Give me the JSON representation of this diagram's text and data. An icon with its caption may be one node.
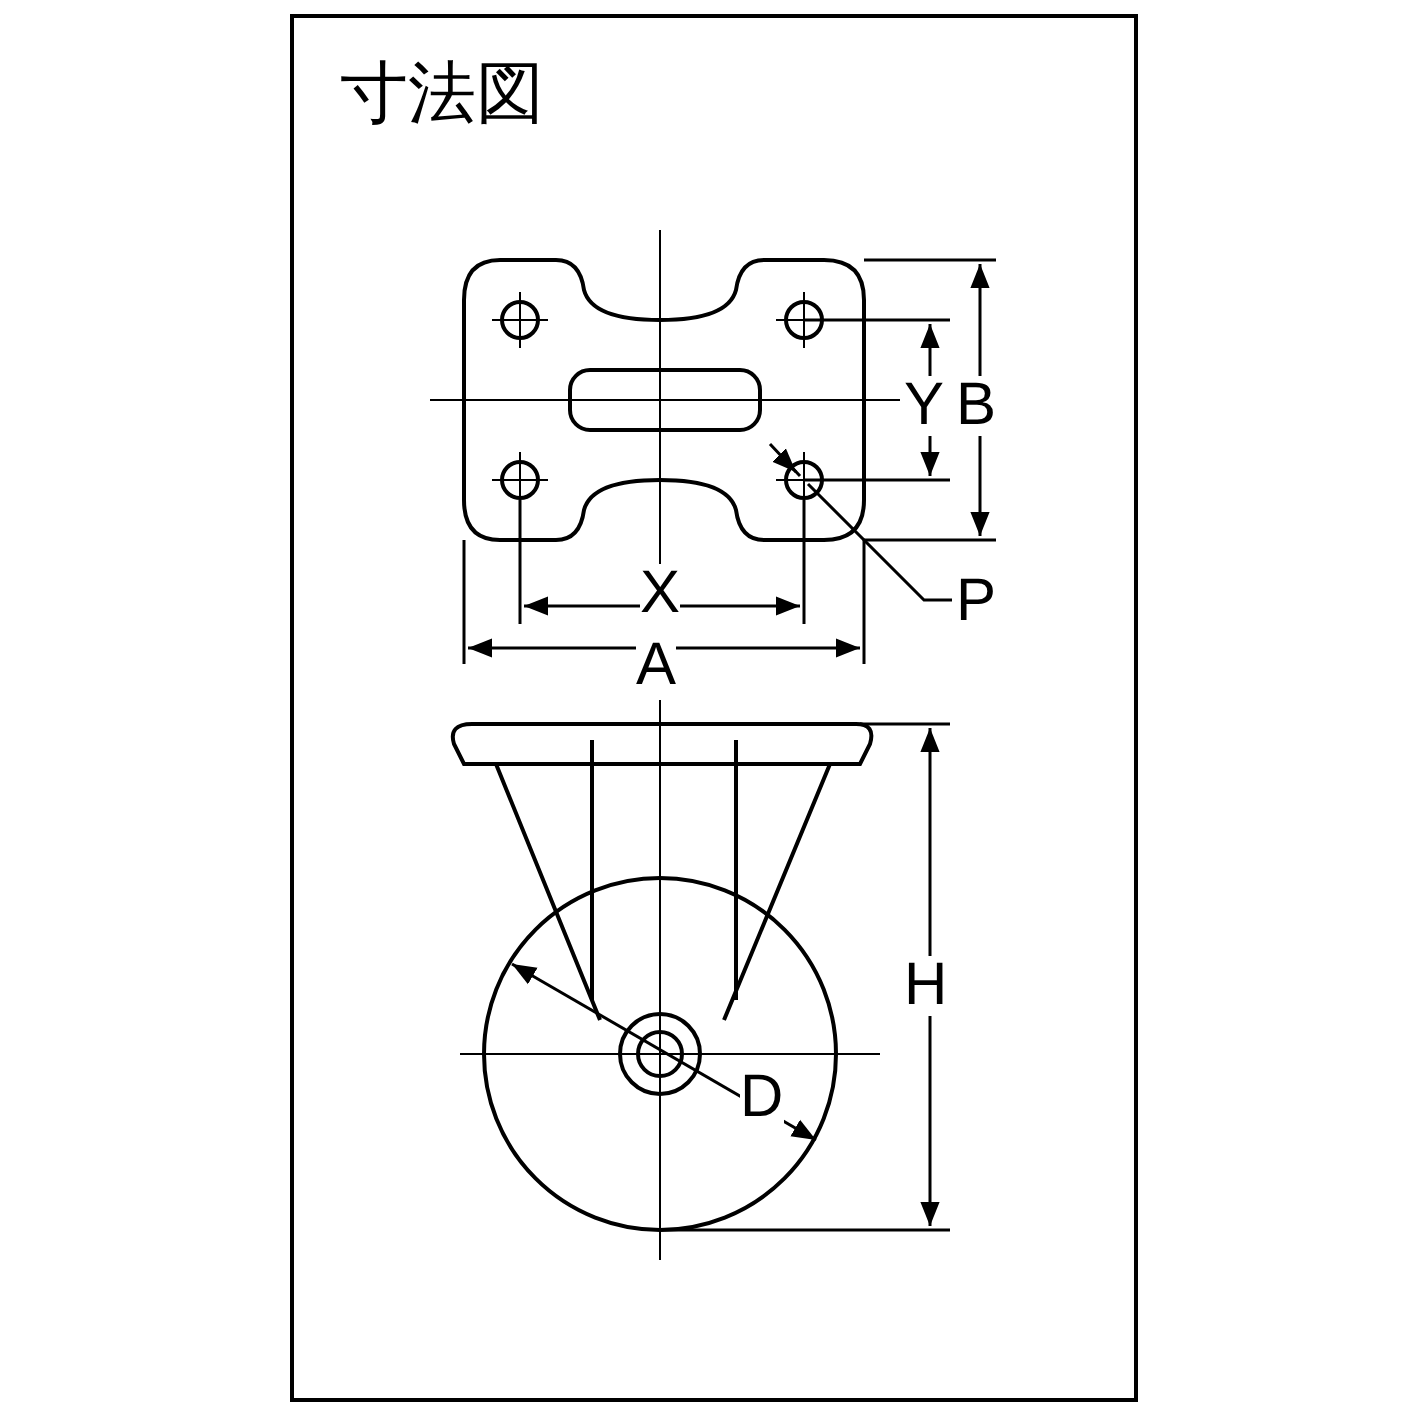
{
  "diagram": {
    "title": "寸法図",
    "labels": [
      "Y",
      "B",
      "X",
      "A",
      "P",
      "H",
      "D"
    ]
  }
}
